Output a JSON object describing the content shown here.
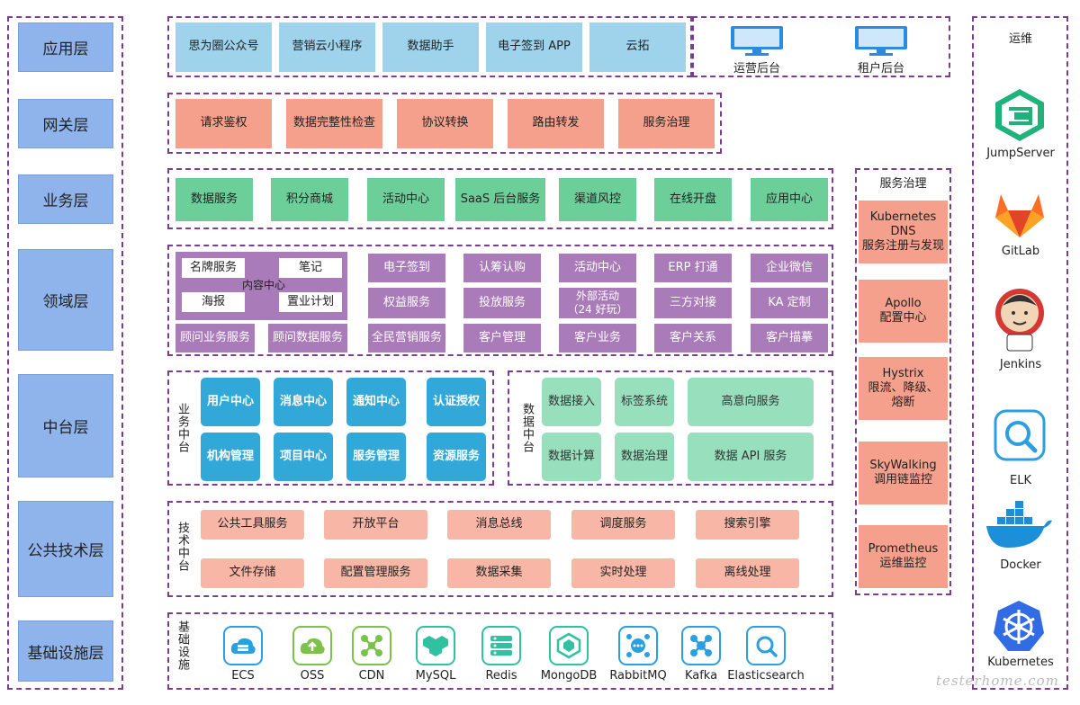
{
  "layers": [
    "应用层",
    "网关层",
    "业务层",
    "领域层",
    "中台层",
    "公共技术层",
    "基础设施层"
  ],
  "app": {
    "items": [
      "思为圈公众号",
      "营销云小程序",
      "数据助手",
      "电子签到 APP",
      "云拓"
    ],
    "backends": [
      "运营后台",
      "租户后台"
    ]
  },
  "gateway": [
    "请求鉴权",
    "数据完整性检查",
    "协议转换",
    "路由转发",
    "服务治理"
  ],
  "business": [
    "数据服务",
    "积分商城",
    "活动中心",
    "SaaS 后台服务",
    "渠道风控",
    "在线开盘",
    "应用中心"
  ],
  "domain": {
    "content_center": {
      "label": "内容中心",
      "items": [
        "名牌服务",
        "笔记",
        "海报",
        "置业计划"
      ]
    },
    "row3_left": [
      "顾问业务服务",
      "顾问数据服务"
    ],
    "row1": [
      "电子签到",
      "认筹认购",
      "活动中心",
      "ERP 打通",
      "企业微信"
    ],
    "row2": [
      "权益服务",
      "投放服务",
      "外部活动\n（24 好玩）",
      "三方对接",
      "KA 定制"
    ],
    "row3": [
      "全民营销服务",
      "客户管理",
      "客户业务",
      "客户关系",
      "客户描摹"
    ]
  },
  "middle": {
    "business_label": "业务中台",
    "business_items": [
      "用户中心",
      "消息中心",
      "通知中心",
      "认证授权",
      "机构管理",
      "项目中心",
      "服务管理",
      "资源服务"
    ],
    "data_label": "数据中台",
    "data_items": [
      "数据接入",
      "标签系统",
      "高意向服务",
      "数据计算",
      "数据治理",
      "数据 API 服务"
    ]
  },
  "tech": {
    "label": "技术中台",
    "items": [
      "公共工具服务",
      "开放平台",
      "消息总线",
      "调度服务",
      "搜索引擎",
      "文件存储",
      "配置管理服务",
      "数据采集",
      "实时处理",
      "离线处理"
    ]
  },
  "infra": {
    "label": "基础设施",
    "items": [
      {
        "name": "ECS",
        "icon": "cloud-server-icon",
        "color": "#2b9fe0"
      },
      {
        "name": "OSS",
        "icon": "cloud-storage-icon",
        "color": "#7cc24a"
      },
      {
        "name": "CDN",
        "icon": "cdn-network-icon",
        "color": "#7cc24a"
      },
      {
        "name": "MySQL",
        "icon": "mysql-icon",
        "color": "#2fc1a0"
      },
      {
        "name": "Redis",
        "icon": "redis-icon",
        "color": "#2fc1a0"
      },
      {
        "name": "MongoDB",
        "icon": "mongodb-icon",
        "color": "#2fc1a0"
      },
      {
        "name": "RabbitMQ",
        "icon": "rabbitmq-icon",
        "color": "#2b9fe0"
      },
      {
        "name": "Kafka",
        "icon": "kafka-icon",
        "color": "#2b9fe0"
      },
      {
        "name": "Elasticsearch",
        "icon": "elasticsearch-icon",
        "color": "#2b9fe0"
      }
    ]
  },
  "governance": {
    "title": "服务治理",
    "items": [
      "Kubernetes\nDNS\n服务注册与发现",
      "Apollo\n配置中心",
      "Hystrix\n限流、降级、\n熔断",
      "SkyWalking\n调用链监控",
      "Prometheus\n运维监控"
    ]
  },
  "ops": {
    "title": "运维",
    "items": [
      {
        "name": "JumpServer",
        "icon": "jumpserver-icon"
      },
      {
        "name": "GitLab",
        "icon": "gitlab-icon"
      },
      {
        "name": "Jenkins",
        "icon": "jenkins-icon"
      },
      {
        "name": "ELK",
        "icon": "elk-icon"
      },
      {
        "name": "Docker",
        "icon": "docker-icon"
      },
      {
        "name": "Kubernetes",
        "icon": "kubernetes-icon"
      }
    ]
  },
  "colors": {
    "border": "#7b3d8f",
    "layer": "#8fb4ec",
    "app": "#9fd3ec",
    "gateway": "#f4a08c",
    "business": "#6ccf9a",
    "domain": "#a97bb8",
    "middle_biz": "#31a8d8",
    "middle_data": "#97dfbd",
    "tech": "#f8b6a6"
  },
  "watermark": "testerhome.com"
}
